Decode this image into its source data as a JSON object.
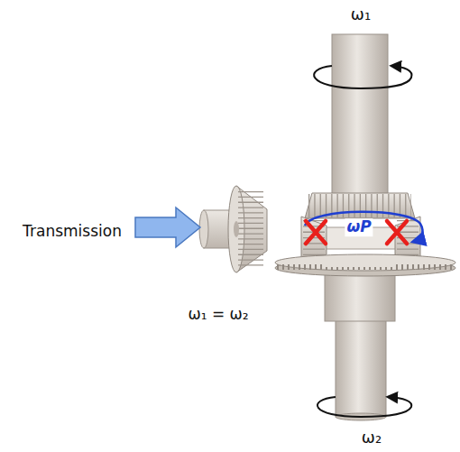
{
  "diagram": {
    "labels": [
      "ω₁",
      "Transmission",
      "ωP",
      "ω₁ = ω₂",
      "ω₂"
    ]
  }
}
